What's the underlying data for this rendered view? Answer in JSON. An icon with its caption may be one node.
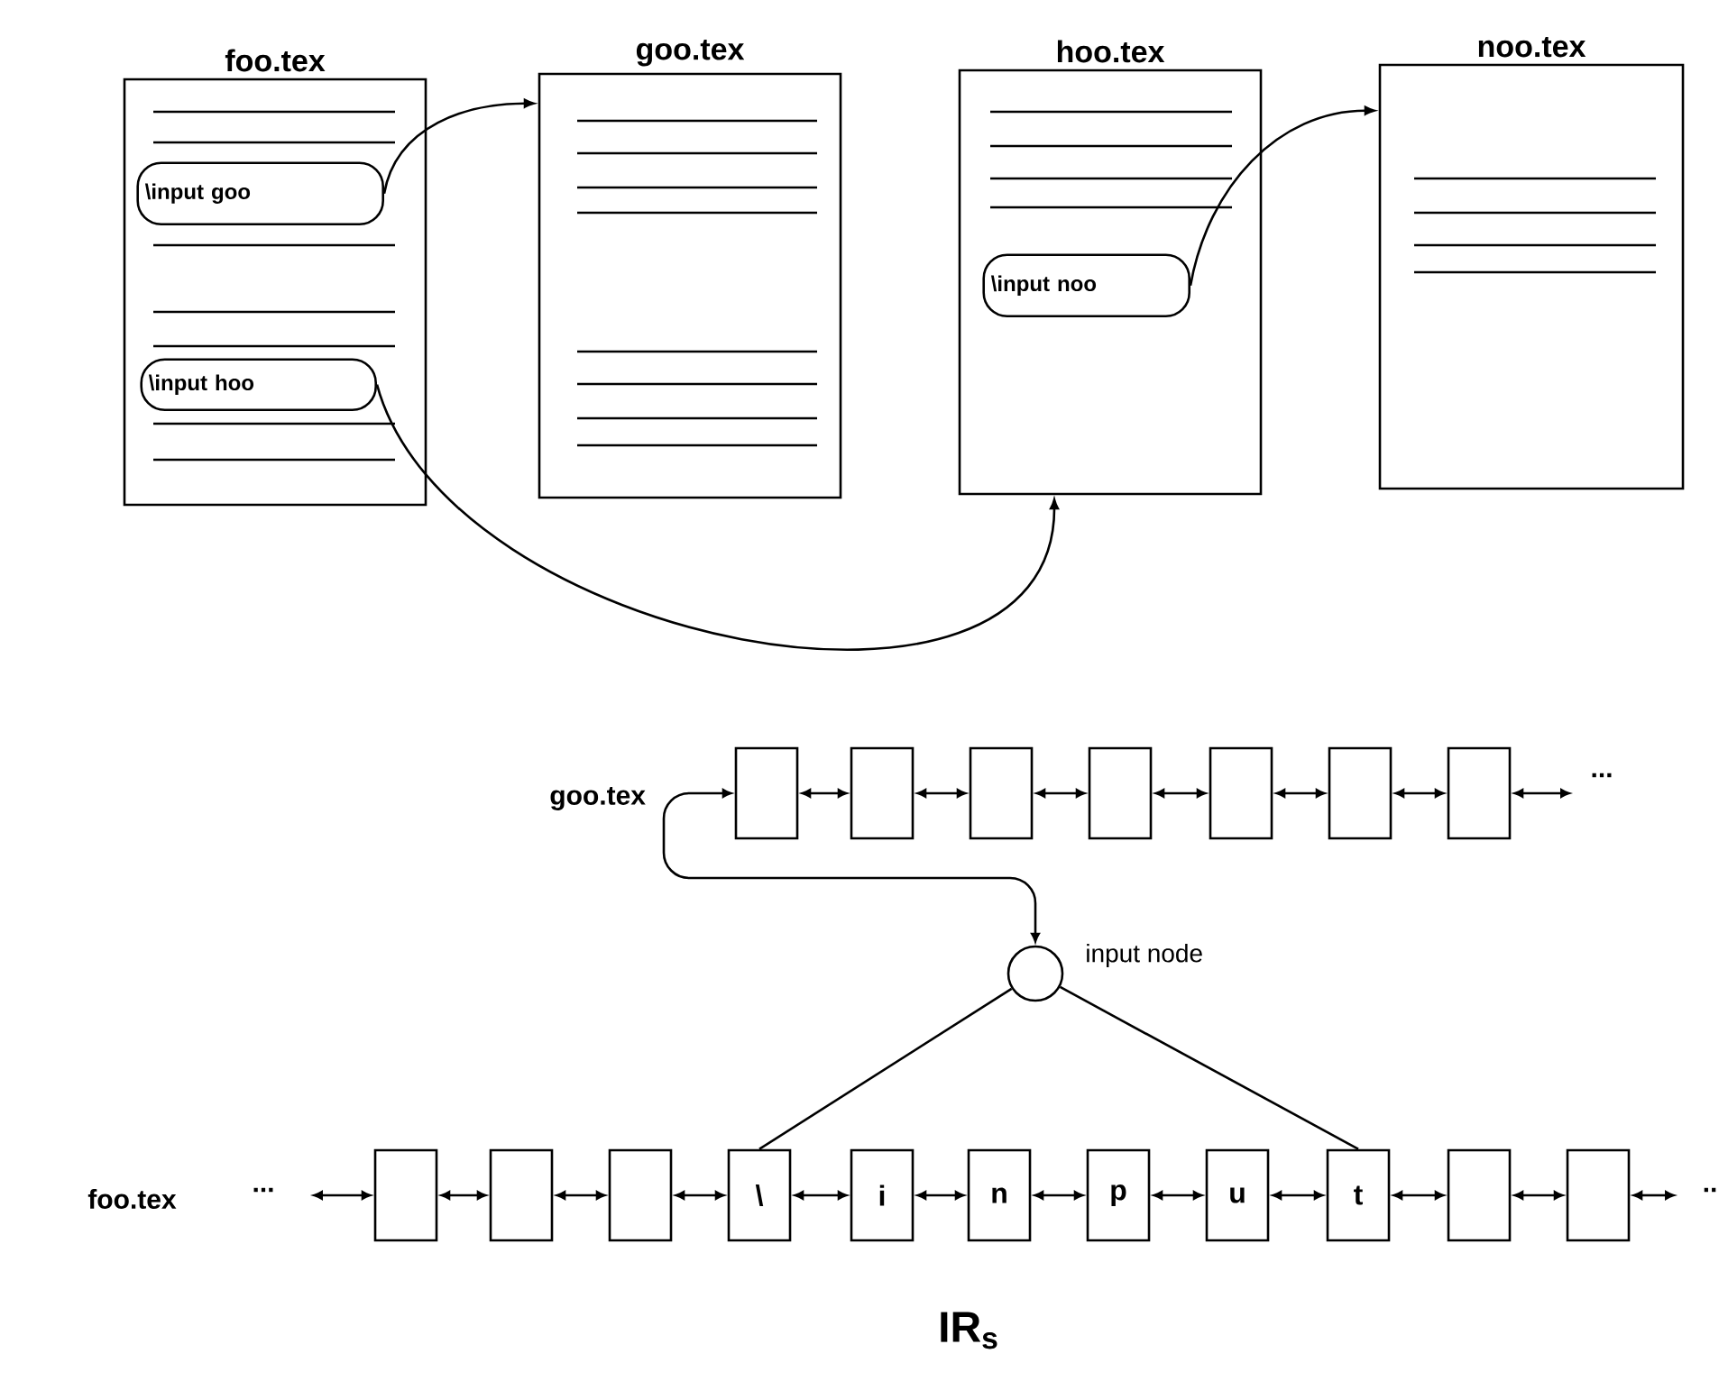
{
  "diagram": {
    "caption": "IR$_{s}$",
    "nodes": [
      {
        "text": [
          "foo.tex"
        ]
      },
      {
        "text": [
          "\\input goo"
        ],
        "in": 0
      },
      {
        "text": [
          "\\input hoo"
        ],
        "in": 0
      },
      {
        "text": [
          "goo.tex"
        ]
      },
      {
        "text": [
          "hoo.tex"
        ]
      },
      {
        "text": [
          "\\input noo"
        ],
        "in": 4
      },
      {
        "text": [
          "noo.tex"
        ]
      },
      {
        "text": [],
        "shape": "box"
      },
      {
        "text": [],
        "shape": "box"
      },
      {
        "text": [],
        "shape": "box"
      },
      {
        "text": [],
        "shape": "box"
      },
      {
        "text": [],
        "shape": "box"
      },
      {
        "text": [],
        "shape": "box"
      },
      {
        "text": [],
        "shape": "box"
      },
      {
        "text": [],
        "shape": "circle",
        "beside": [
          "input node"
        ]
      },
      {
        "text": [],
        "shape": "box"
      },
      {
        "text": [],
        "shape": "box"
      },
      {
        "text": [],
        "shape": "box"
      },
      {
        "text": [
          "\\"
        ]
      },
      {
        "text": [
          "i"
        ]
      },
      {
        "text": [
          "n"
        ]
      },
      {
        "text": [
          "p"
        ]
      },
      {
        "text": [
          "u"
        ]
      },
      {
        "text": [
          "t"
        ]
      },
      {
        "text": [],
        "shape": "box"
      },
      {
        "text": [],
        "shape": "box"
      }
    ],
    "edges": [
      {
        "from": 1,
        "to": 3,
        "arrow": "to"
      },
      {
        "from": 2,
        "to": 4,
        "arrow": "to"
      },
      {
        "from": 5,
        "to": 6,
        "arrow": "to"
      },
      {
        "from": 7,
        "to": 8,
        "arrow": "both"
      },
      {
        "from": 8,
        "to": 9,
        "arrow": "both"
      },
      {
        "from": 9,
        "to": 10,
        "arrow": "both"
      },
      {
        "from": 10,
        "to": 11,
        "arrow": "both"
      },
      {
        "from": 11,
        "to": 12,
        "arrow": "both"
      },
      {
        "from": 12,
        "to": 13,
        "arrow": "both"
      },
      {
        "from": 13,
        "to": null,
        "arrow": "both"
      },
      {
        "from": 14,
        "to": 7,
        "arrow": "both"
      },
      {
        "from": 14,
        "to": 18,
        "arrow": "none"
      },
      {
        "from": 14,
        "to": 23,
        "arrow": "none"
      },
      {
        "from": null,
        "to": 15,
        "arrow": "both"
      },
      {
        "from": 15,
        "to": 16,
        "arrow": "both"
      },
      {
        "from": 16,
        "to": 17,
        "arrow": "both"
      },
      {
        "from": 17,
        "to": 18,
        "arrow": "both"
      },
      {
        "from": 18,
        "to": 19,
        "arrow": "both"
      },
      {
        "from": 19,
        "to": 20,
        "arrow": "both"
      },
      {
        "from": 20,
        "to": 21,
        "arrow": "both"
      },
      {
        "from": 21,
        "to": 22,
        "arrow": "both"
      },
      {
        "from": 22,
        "to": 23,
        "arrow": "both"
      },
      {
        "from": 23,
        "to": 24,
        "arrow": "both"
      },
      {
        "from": 24,
        "to": 25,
        "arrow": "both"
      },
      {
        "from": 25,
        "to": null,
        "arrow": "both"
      }
    ],
    "labels": [
      "goo.tex",
      "...",
      "foo.tex",
      "...",
      ".."
    ]
  }
}
